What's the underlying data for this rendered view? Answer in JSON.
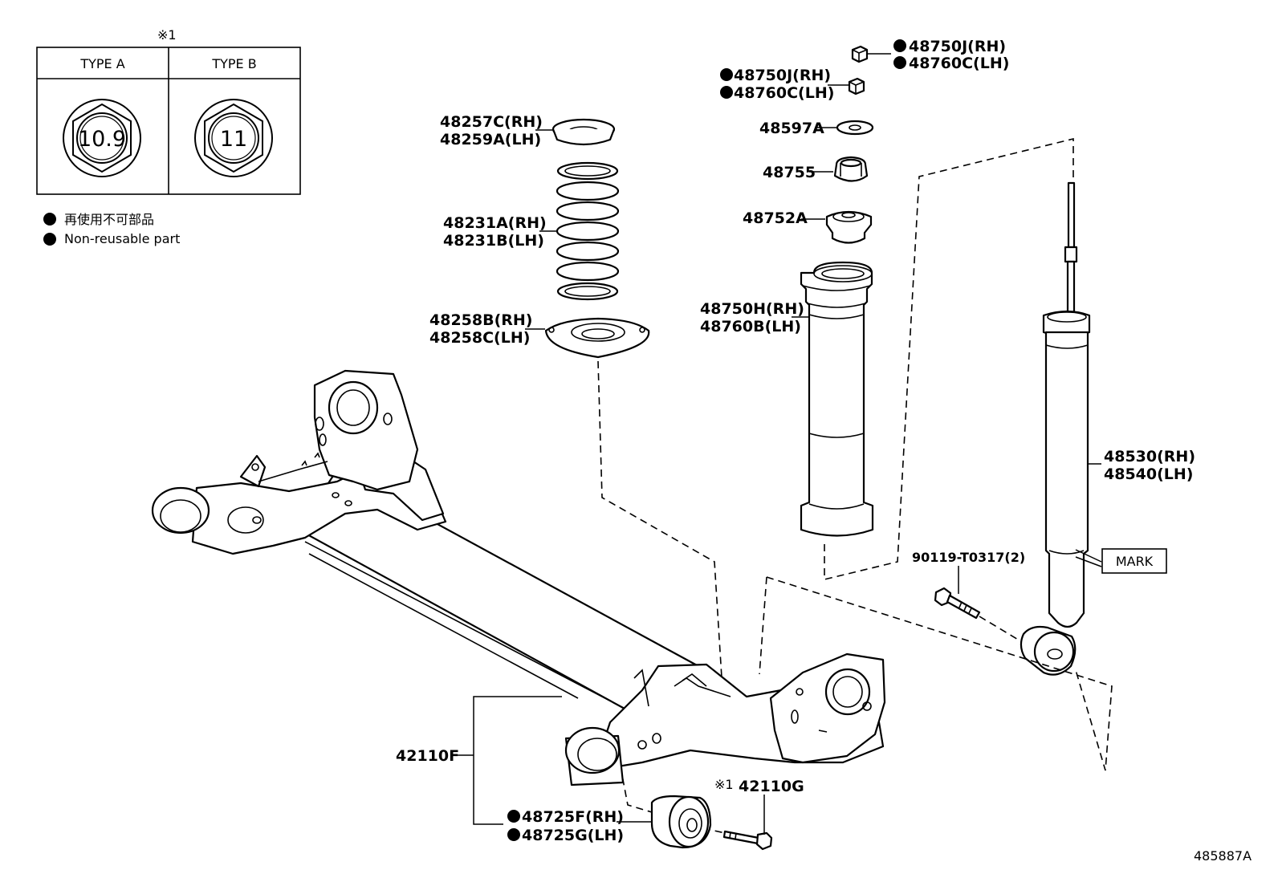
{
  "note_marker": "※1",
  "legend_table": {
    "type_a": "TYPE A",
    "type_b": "TYPE B",
    "grade_a": "10.9",
    "grade_b": "11"
  },
  "legend": {
    "non_reusable_jp": "再使用不可部品",
    "non_reusable_en": "Non-reusable part"
  },
  "parts": {
    "p48257c": "48257C(RH)",
    "p48259a": "48259A(LH)",
    "p48231a": "48231A(RH)",
    "p48231b": "48231B(LH)",
    "p48258b": "48258B(RH)",
    "p48258c": "48258C(LH)",
    "p48750j_top": "48750J(RH)",
    "p48760c_top": "48760C(LH)",
    "p48750j_mid": "48750J(RH)",
    "p48760c_mid": "48760C(LH)",
    "p48597a": "48597A",
    "p48755": "48755",
    "p48752a": "48752A",
    "p48750h": "48750H(RH)",
    "p48760b": "48760B(LH)",
    "p48530": "48530(RH)",
    "p48540": "48540(LH)",
    "p90119": "90119-T0317(2)",
    "mark": "MARK",
    "p42110f": "42110F",
    "p42110g": "42110G",
    "p42110g_marker": "※1",
    "p48725f": "48725F(RH)",
    "p48725g": "48725G(LH)"
  },
  "figure_id": "485887A"
}
